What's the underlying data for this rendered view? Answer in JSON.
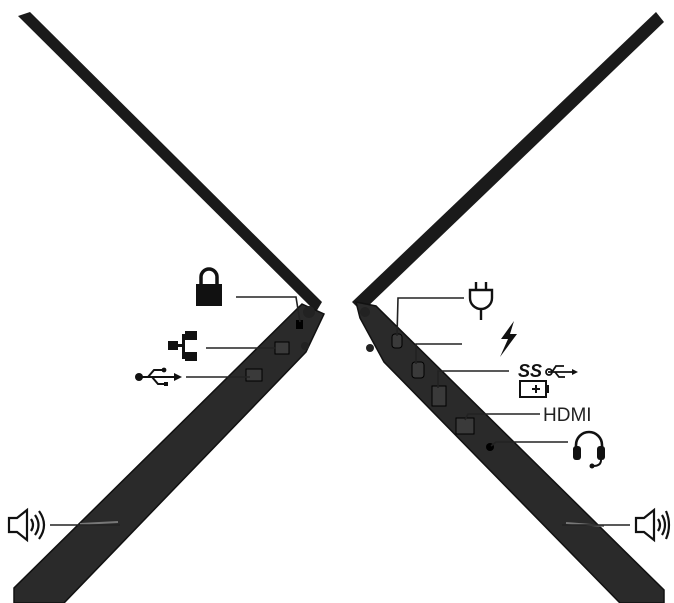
{
  "labels": {
    "hdmi": "HDMI",
    "superspeed": "SS"
  },
  "colors": {
    "laptop_body": "#2a2a2a",
    "laptop_edge": "#111111",
    "lid": "#1a1a1a",
    "leader_line": "#222222",
    "background": "#ffffff"
  },
  "left_side_ports": [
    {
      "name": "security-lock-slot",
      "icon": "lock-icon"
    },
    {
      "name": "ethernet-port",
      "icon": "network-icon"
    },
    {
      "name": "usb-a-port",
      "icon": "usb-icon"
    },
    {
      "name": "speaker",
      "icon": "speaker-icon"
    }
  ],
  "right_side_ports": [
    {
      "name": "usb-c-power-port",
      "icon": "power-plug-icon"
    },
    {
      "name": "thunderbolt-port",
      "icon": "thunderbolt-icon"
    },
    {
      "name": "usb-a-superspeed-charging-port",
      "icon": "usb-ss-battery-icon"
    },
    {
      "name": "hdmi-port",
      "icon": "hdmi-text"
    },
    {
      "name": "audio-jack",
      "icon": "headset-icon"
    },
    {
      "name": "speaker",
      "icon": "speaker-icon"
    }
  ]
}
